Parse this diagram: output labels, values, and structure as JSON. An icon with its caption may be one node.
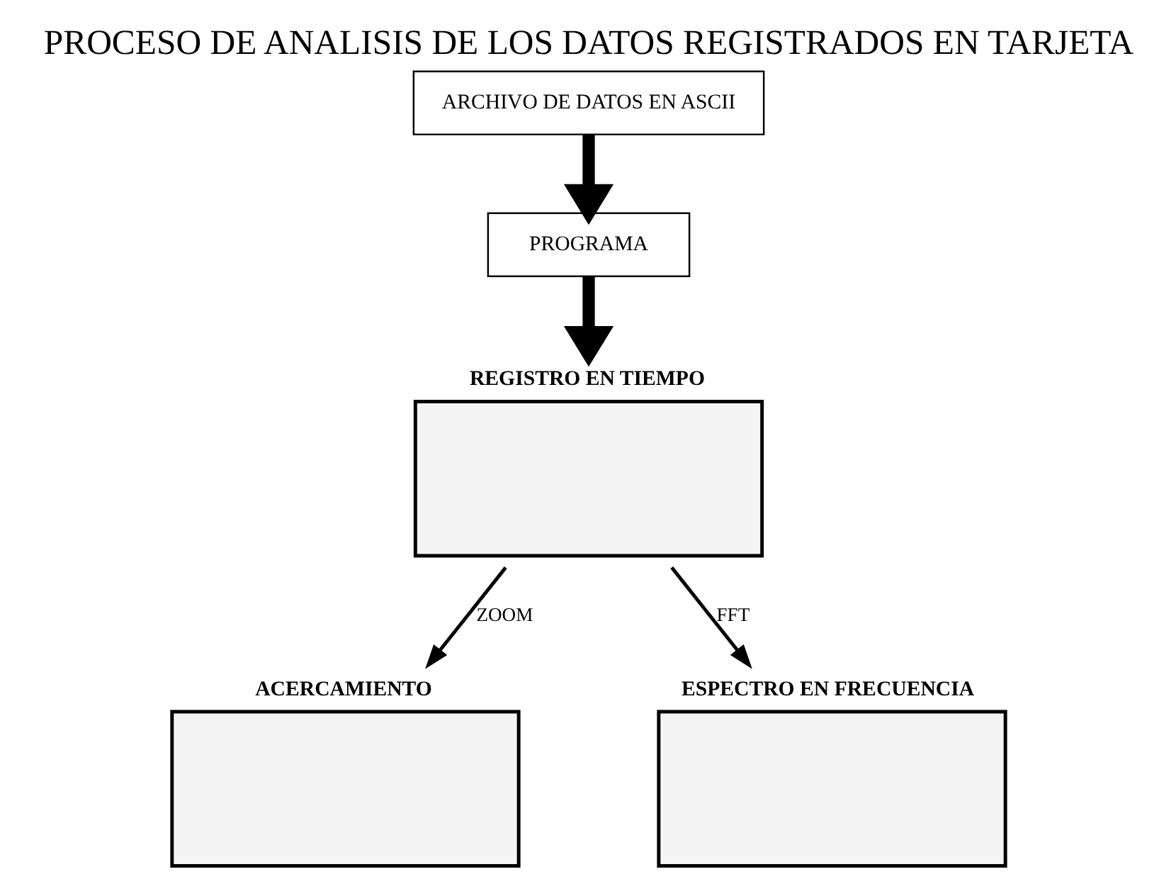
{
  "diagram": {
    "title": "PROCESO DE ANALISIS DE LOS DATOS REGISTRADOS EN TARJETA",
    "nodes": [
      {
        "text": [
          "ARCHIVO DE DATOS EN ASCII"
        ]
      },
      {
        "text": [
          "PROGRAMA"
        ]
      },
      {
        "text": [
          "REGISTRO EN TIEMPO"
        ]
      },
      {
        "text": [
          "ACERCAMIENTO"
        ]
      },
      {
        "text": [
          "ESPECTRO EN FRECUENCIA"
        ]
      }
    ],
    "edges": [
      {
        "from": 0,
        "to": 1,
        "arrow": "to",
        "style": "thick"
      },
      {
        "from": 1,
        "to": 2,
        "arrow": "to",
        "style": "thick"
      },
      {
        "from": 2,
        "to": 3,
        "arrow": "to",
        "label": "ZOOM"
      },
      {
        "from": 2,
        "to": 4,
        "arrow": "to",
        "label": "FFT"
      }
    ]
  }
}
